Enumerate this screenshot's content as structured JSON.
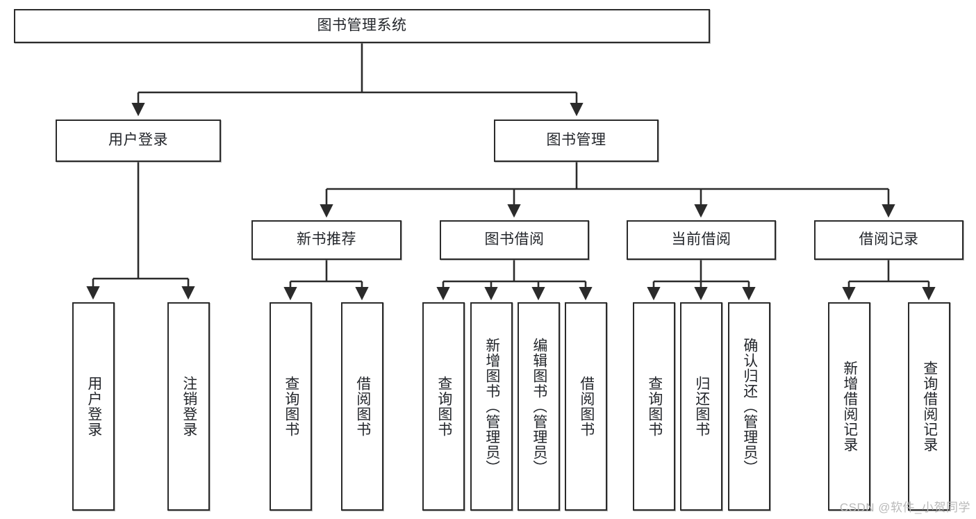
{
  "diagram": {
    "title": "图书管理系统",
    "watermark": "CSDN @软件_小贺同学",
    "colors": {
      "box_stroke": "#2b2b2b",
      "box_fill": "#ffffff",
      "text": "#23262b",
      "connector": "#2b2b2b",
      "watermark": "#b9b9b9"
    },
    "levels": {
      "root": [
        "图书管理系统"
      ],
      "level2": [
        "用户登录",
        "图书管理"
      ],
      "level3": [
        "新书推荐",
        "图书借阅",
        "当前借阅",
        "借阅记录"
      ],
      "leaves": [
        "用户登录",
        "注销登录",
        "查询图书",
        "借阅图书",
        "查询图书",
        "新增图书（管理员）",
        "编辑图书（管理员）",
        "借阅图书",
        "查询图书",
        "归还图书",
        "确认归还（管理员）",
        "新增借阅记录",
        "查询借阅记录"
      ]
    },
    "nodes": {
      "root": {
        "label": "图书管理系统"
      },
      "user_login": {
        "label": "用户登录"
      },
      "book_manage": {
        "label": "图书管理"
      },
      "new_book_rec": {
        "label": "新书推荐"
      },
      "book_borrow": {
        "label": "图书借阅"
      },
      "current_borrow": {
        "label": "当前借阅"
      },
      "borrow_record": {
        "label": "借阅记录"
      },
      "leaf_user_login": {
        "label": "用户登录"
      },
      "leaf_logout": {
        "label": "注销登录"
      },
      "leaf_query_book_1": {
        "label": "查询图书"
      },
      "leaf_borrow_book_1": {
        "label": "借阅图书"
      },
      "leaf_query_book_2": {
        "label": "查询图书"
      },
      "leaf_add_book_admin": {
        "label": "新增图书（管理员）"
      },
      "leaf_edit_book_admin": {
        "label": "编辑图书（管理员）"
      },
      "leaf_borrow_book_2": {
        "label": "借阅图书"
      },
      "leaf_query_book_3": {
        "label": "查询图书"
      },
      "leaf_return_book": {
        "label": "归还图书"
      },
      "leaf_confirm_return_admin": {
        "label": "确认归还（管理员）"
      },
      "leaf_add_borrow_record": {
        "label": "新增借阅记录"
      },
      "leaf_query_borrow_record": {
        "label": "查询借阅记录"
      }
    }
  }
}
